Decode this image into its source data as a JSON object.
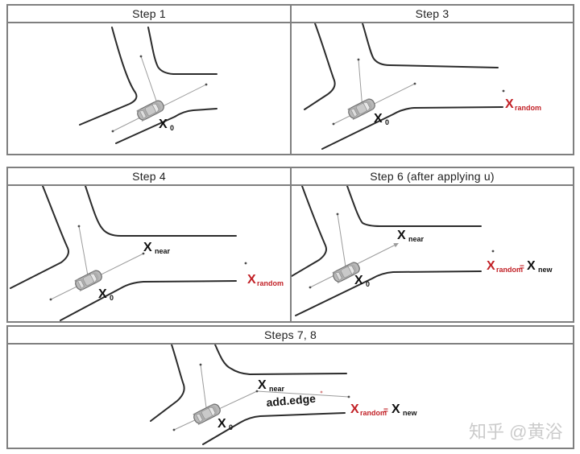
{
  "colors": {
    "accent-red": "#c22127",
    "road-color": "#2b2b2b",
    "edge-color": "#9c9c9c",
    "dot-color": "#4a4a4a",
    "border-color": "#7f7f7f",
    "watermark-color": "#cbcbcb"
  },
  "panels": [
    {
      "title": "Step 1"
    },
    {
      "title": "Step 3"
    },
    {
      "title": "Step 4"
    },
    {
      "title": "Step 6 (after applying u)"
    },
    {
      "title": "Steps 7, 8"
    }
  ],
  "labels": {
    "x": "X",
    "sub_0": "0",
    "sub_near": "near",
    "sub_random": "random",
    "sub_new": "new",
    "equals": "=",
    "add_edge": "add.edge"
  },
  "watermark": "知乎 @黄浴"
}
